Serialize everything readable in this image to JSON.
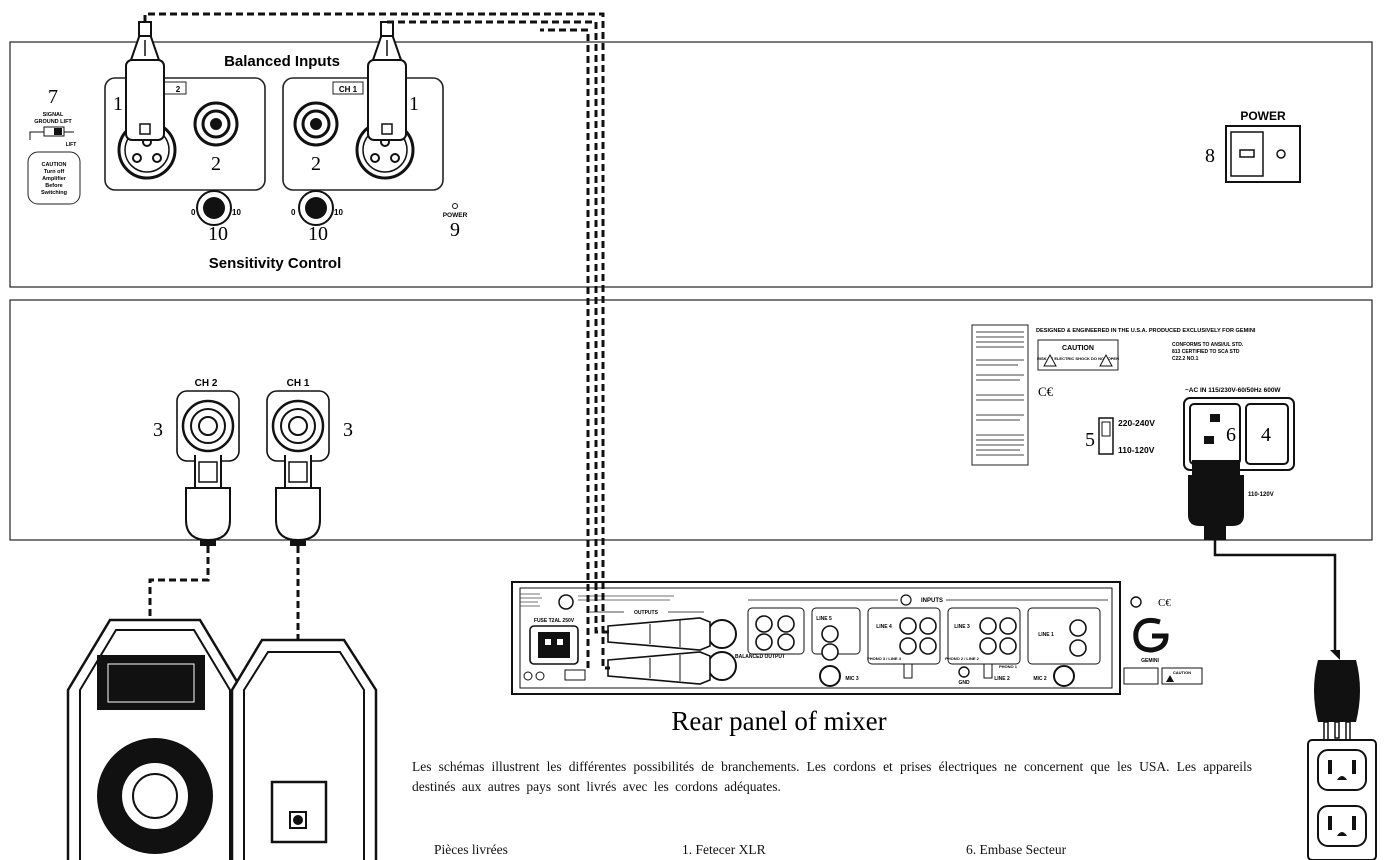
{
  "amp_top": {
    "title": "Balanced Inputs",
    "footer": "Sensitivity Control",
    "ch_tag_left": "2",
    "ch_tag_right": "CH 1",
    "signal_ground_lift": [
      "SIGNAL",
      "GROUND LIFT"
    ],
    "lift": "LIFT",
    "caution_lines": [
      "CAUTION",
      "Turn off",
      "Amplifier",
      "Before",
      "Switching"
    ],
    "power_led_label": "POWER",
    "power_switch_label": "POWER",
    "knob_min": "0",
    "knob_max": "10"
  },
  "amp_bottom": {
    "ch2": "CH 2",
    "ch1": "CH 1",
    "designed": "DESIGNED & ENGINEERED IN THE U.S.A. PRODUCED EXCLUSIVELY FOR GEMINI",
    "caution": "CAUTION",
    "caution_sub": "RISK OF ELECTRIC SHOCK DO NOT OPEN",
    "conforms": [
      "CONFORMS TO ANSI/UL STD.",
      "813 CERTIFIED TO SCA STD",
      "C22.2 NO.1"
    ],
    "ce": "C€",
    "voltage_high": "220-240V",
    "voltage_low": "110-120V",
    "ac_rating": "~AC IN 115/230V-60/50Hz 600W",
    "plug_voltage": "110-120V"
  },
  "mixer": {
    "title": "Rear panel of mixer",
    "inputs": "INPUTS",
    "outputs": "OUTPUTS",
    "balanced_output": "BALANCED OUTPUT",
    "brand": "GEMINI",
    "ce": "C€",
    "fuse": "FUSE T2AL 250V",
    "mic3": "MIC 3",
    "mic2": "MIC 2",
    "gnd": "GND",
    "line5": "LINE 5",
    "line4": "LINE 4",
    "line3": "LINE 3",
    "line2": "LINE 2",
    "line1": "LINE 1",
    "phono3": "PHONO 3 / LINE 4",
    "phono2": "PHONO 2 / LINE 2",
    "phono1": "PHONO 1",
    "caution": "CAUTION"
  },
  "callouts": {
    "n1l": "1",
    "n2l": "2",
    "n1r": "1",
    "n2r": "2",
    "n7": "7",
    "n8": "8",
    "n9": "9",
    "n10l": "10",
    "n10r": "10",
    "n3l": "3",
    "n3r": "3",
    "n4": "4",
    "n5": "5",
    "n6": "6"
  },
  "caption": "Les schémas illustrent les différentes possibilités de branchements. Les cordons et prises électriques ne concernent que les USA. Les appareils destinés aux autres pays sont livrés avec les cordons adéquates.",
  "pieces": {
    "heading": "Pièces livrées",
    "item1": "1. Fetecer XLR",
    "item6": "6. Embase Secteur"
  }
}
